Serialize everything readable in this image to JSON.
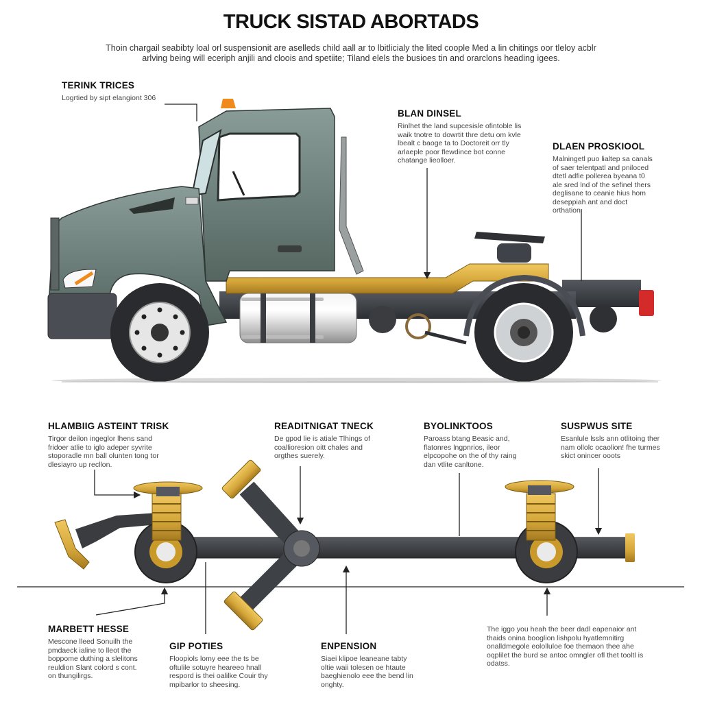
{
  "title": "TRUCK SISTAD ABORTADS",
  "subtitle": "Thoin chargail seabibty loal orl suspensionit are aselleds child aall ar to lbitlicialy the lited coople Med a lin chitings oor tleloy acblr arlving being will eceriph anjili and cloois and spetiite; Tiland elels the busioes tin and orarclons heading igees.",
  "colors": {
    "cab_body": "#6e817d",
    "frame_gold": "#d4a63a",
    "chassis_dark": "#3a3c40",
    "beacon": "#f08a1c",
    "tail_light": "#d42a2a",
    "leader_line": "#222222"
  },
  "top_callouts": [
    {
      "heading": "TERINK TRICES",
      "body": "Logrtied by sipt elangiont 306"
    },
    {
      "heading": "BLAN DINSEL",
      "body": "Rinlhet the land supcesisle ofintoble lis waik tnotre to dowrtit thre detu om kvle lbealt c baoge ta to Doctoreit orr tly arlaeple poor flewdince bot conne chatange lieolloer."
    },
    {
      "heading": "DLAEN PROSKIOOL",
      "body": "Malningetl puo lialtep sa canals of saer telentpatl and pniloced dtetl adfie pollerea byeana t0 ale sred lnd of the sefinel thers deglisane to ceanie hius hom deseppiah ant and doct orthation"
    }
  ],
  "bottom_callouts_top_row": [
    {
      "heading": "HLAMBIIG ASTEINT TRISK",
      "body": "Tirgor deilon ingeglor lhens sand fridoer atlie to iglo adeper syvrite stoporadle mn ball olunten tong tor dlesiayro up recllon."
    },
    {
      "heading": "READITNIGAT TNECK",
      "body": "De gpod lie is atiale Tlhings of coallioresion oitt chales and orgthes suerely."
    },
    {
      "heading": "BYOLINKTOOS",
      "body": "Paroass btang Beasic and, flatonres lngpnrios, ileor elpcopohe on the of thy raing dan vtlite canltone."
    },
    {
      "heading": "SUSPWUS SITE",
      "body": "Esanlule lssls ann otlitoing ther nam ollolc ocaolion! fhe turmes skict onincer ooots"
    }
  ],
  "bottom_callouts_bottom_row": [
    {
      "heading": "MARBETT HESSE",
      "body": "Mescone lleed Sonuilh the pmdaeck ialine to lleot the boppome duthing a slelitons reuldion Slant colord s cont. on thungilirgs."
    },
    {
      "heading": "GIP POTIES",
      "body": "Floopiols lomy eee the ts be oftulile sotuyre heareeo hnall respord is thei oalilke Couir thy mpibarlor to sheesing."
    },
    {
      "heading": "ENPENSION",
      "body": "Siaei klipoe leaneane tabty oltie waii tolesen oe htaute baeghienolo eee the bend lin onghty."
    },
    {
      "heading": "",
      "body": "The iggo you heah the beer dadl eapenaior ant thaids onina booglion lishpolu hyatlemnitirg onalldmegole eololluloe foe themaon thee ahe oqplilet the burd se antoc omngler ofl thet tooltl is odatss."
    }
  ]
}
